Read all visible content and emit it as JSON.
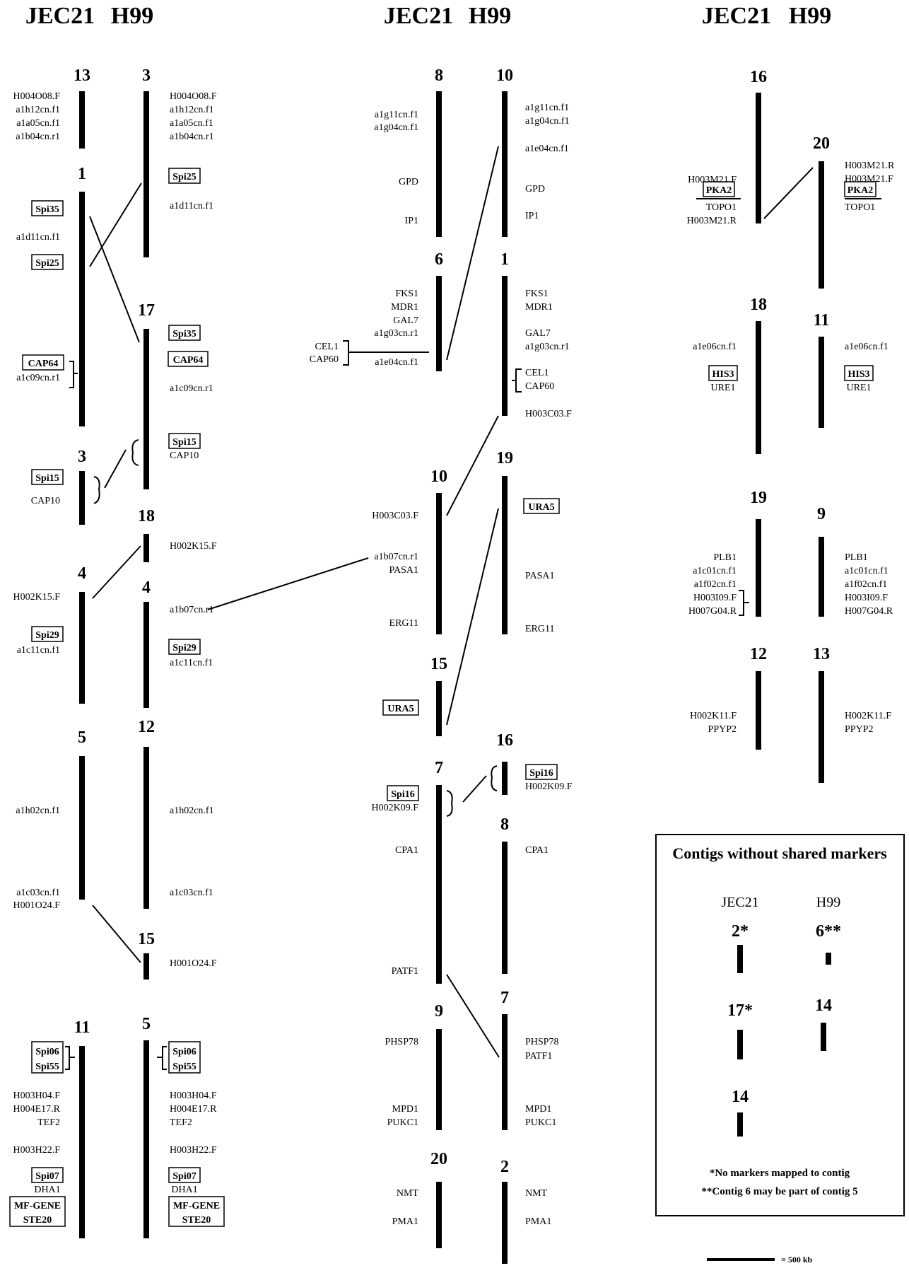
{
  "groups": [
    {
      "header_left": "JEC21",
      "header_right": "H99",
      "left": [
        {
          "num": "13",
          "markers": [
            "H004O08.F",
            "a1h12cn.f1",
            "a1a05cn.f1",
            "a1b04cn.r1"
          ],
          "boxed": []
        },
        {
          "num": "1",
          "markers": [
            "a1d11cn.f1",
            "a1c09cn.r1"
          ],
          "boxed": [
            "Spi35",
            "Spi25",
            "CAP64"
          ]
        },
        {
          "num": "3",
          "markers": [
            "CAP10"
          ],
          "boxed": [
            "Spi15"
          ]
        },
        {
          "num": "4",
          "markers": [
            "H002K15.F",
            "a1c11cn.f1"
          ],
          "boxed": [
            "Spi29"
          ]
        },
        {
          "num": "5",
          "markers": [
            "a1h02cn.f1",
            "a1c03cn.f1",
            "H001O24.F"
          ],
          "boxed": []
        },
        {
          "num": "11",
          "markers": [
            "H003H04.F",
            "H004E17.R",
            "TEF2",
            "H003H22.F",
            "DHA1"
          ],
          "boxed": [
            "Spi06",
            "Spi55",
            "Spi07",
            "MF-GENE",
            "STE20"
          ]
        }
      ],
      "right": [
        {
          "num": "3",
          "markers": [
            "H004O08.F",
            "a1h12cn.f1",
            "a1a05cn.f1",
            "a1b04cn.r1",
            "a1d11cn.f1"
          ],
          "boxed": [
            "Spi25"
          ]
        },
        {
          "num": "17",
          "markers": [
            "a1c09cn.r1",
            "CAP10"
          ],
          "boxed": [
            "Spi35",
            "CAP64",
            "Spi15"
          ]
        },
        {
          "num": "18",
          "markers": [
            "H002K15.F"
          ],
          "boxed": []
        },
        {
          "num": "4",
          "markers": [
            "a1b07cn.r1",
            "a1c11cn.f1"
          ],
          "boxed": [
            "Spi29"
          ]
        },
        {
          "num": "12",
          "markers": [
            "a1h02cn.f1",
            "a1c03cn.f1"
          ],
          "boxed": []
        },
        {
          "num": "15",
          "markers": [
            "H001O24.F"
          ],
          "boxed": []
        },
        {
          "num": "5",
          "markers": [
            "H003H04.F",
            "H004E17.R",
            "TEF2",
            "H003H22.F",
            "DHA1"
          ],
          "boxed": [
            "Spi06",
            "Spi55",
            "Spi07",
            "MF-GENE",
            "STE20"
          ]
        }
      ]
    },
    {
      "header_left": "JEC21",
      "header_right": "H99",
      "left": [
        {
          "num": "8",
          "markers": [
            "a1g11cn.f1",
            "a1g04cn.f1",
            "GPD",
            "IP1"
          ],
          "boxed": []
        },
        {
          "num": "6",
          "markers": [
            "FKS1",
            "MDR1",
            "GAL7",
            "a1g03cn.r1",
            "CEL1",
            "CAP60",
            "a1e04cn.f1"
          ],
          "boxed": []
        },
        {
          "num": "10",
          "markers": [
            "H003C03.F",
            "a1b07cn.r1",
            "PASA1",
            "ERG11"
          ],
          "boxed": []
        },
        {
          "num": "15",
          "markers": [],
          "boxed": [
            "URA5"
          ]
        },
        {
          "num": "7",
          "markers": [
            "H002K09.F",
            "CPA1",
            "PATF1"
          ],
          "boxed": [
            "Spi16"
          ]
        },
        {
          "num": "9",
          "markers": [
            "PHSP78",
            "MPD1",
            "PUKC1"
          ],
          "boxed": []
        },
        {
          "num": "20",
          "markers": [
            "NMT",
            "PMA1"
          ],
          "boxed": []
        }
      ],
      "right": [
        {
          "num": "10",
          "markers": [
            "a1g11cn.f1",
            "a1g04cn.f1",
            "a1e04cn.f1",
            "GPD",
            "IP1"
          ],
          "boxed": []
        },
        {
          "num": "1",
          "markers": [
            "FKS1",
            "MDR1",
            "GAL7",
            "a1g03cn.r1",
            "CEL1",
            "CAP60",
            "H003C03.F"
          ],
          "boxed": []
        },
        {
          "num": "19",
          "markers": [
            "PASA1",
            "ERG11"
          ],
          "boxed": [
            "URA5"
          ]
        },
        {
          "num": "16",
          "markers": [
            "H002K09.F"
          ],
          "boxed": [
            "Spi16"
          ]
        },
        {
          "num": "8",
          "markers": [
            "CPA1"
          ],
          "boxed": []
        },
        {
          "num": "7",
          "markers": [
            "PHSP78",
            "PATF1",
            "MPD1",
            "PUKC1"
          ],
          "boxed": []
        },
        {
          "num": "2",
          "markers": [
            "NMT",
            "PMA1"
          ],
          "boxed": []
        }
      ]
    },
    {
      "header_left": "JEC21",
      "header_right": "H99",
      "left": [
        {
          "num": "16",
          "markers": [
            "H003M21.F",
            "TOPO1",
            "H003M21.R"
          ],
          "boxed": [
            "PKA2"
          ]
        },
        {
          "num": "18",
          "markers": [
            "a1e06cn.f1",
            "URE1"
          ],
          "boxed": [
            "HIS3"
          ]
        },
        {
          "num": "19",
          "markers": [
            "PLB1",
            "a1c01cn.f1",
            "a1f02cn.f1",
            "H003I09.F",
            "H007G04.R"
          ],
          "boxed": []
        },
        {
          "num": "12",
          "markers": [
            "H002K11.F",
            "PPYP2"
          ],
          "boxed": []
        }
      ],
      "right": [
        {
          "num": "20",
          "markers": [
            "H003M21.R",
            "H003M21.F",
            "TOPO1"
          ],
          "boxed": [
            "PKA2"
          ]
        },
        {
          "num": "11",
          "markers": [
            "a1e06cn.f1",
            "URE1"
          ],
          "boxed": [
            "HIS3"
          ]
        },
        {
          "num": "9",
          "markers": [
            "PLB1",
            "a1c01cn.f1",
            "a1f02cn.f1",
            "H003I09.F",
            "H007G04.R"
          ],
          "boxed": []
        },
        {
          "num": "13",
          "markers": [
            "H002K11.F",
            "PPYP2"
          ],
          "boxed": []
        }
      ]
    }
  ],
  "legend": {
    "title": "Contigs without shared markers",
    "col_left": "JEC21",
    "col_right": "H99",
    "left_contigs": [
      "2*",
      "17*",
      "14"
    ],
    "right_contigs": [
      "6**",
      "14"
    ],
    "note1": "*No markers mapped to contig",
    "note2": "**Contig 6 may be part of contig 5"
  },
  "scale_bar": {
    "label": "= 500 kb"
  },
  "colors": {
    "ink": "#000000",
    "background": "#ffffff"
  }
}
